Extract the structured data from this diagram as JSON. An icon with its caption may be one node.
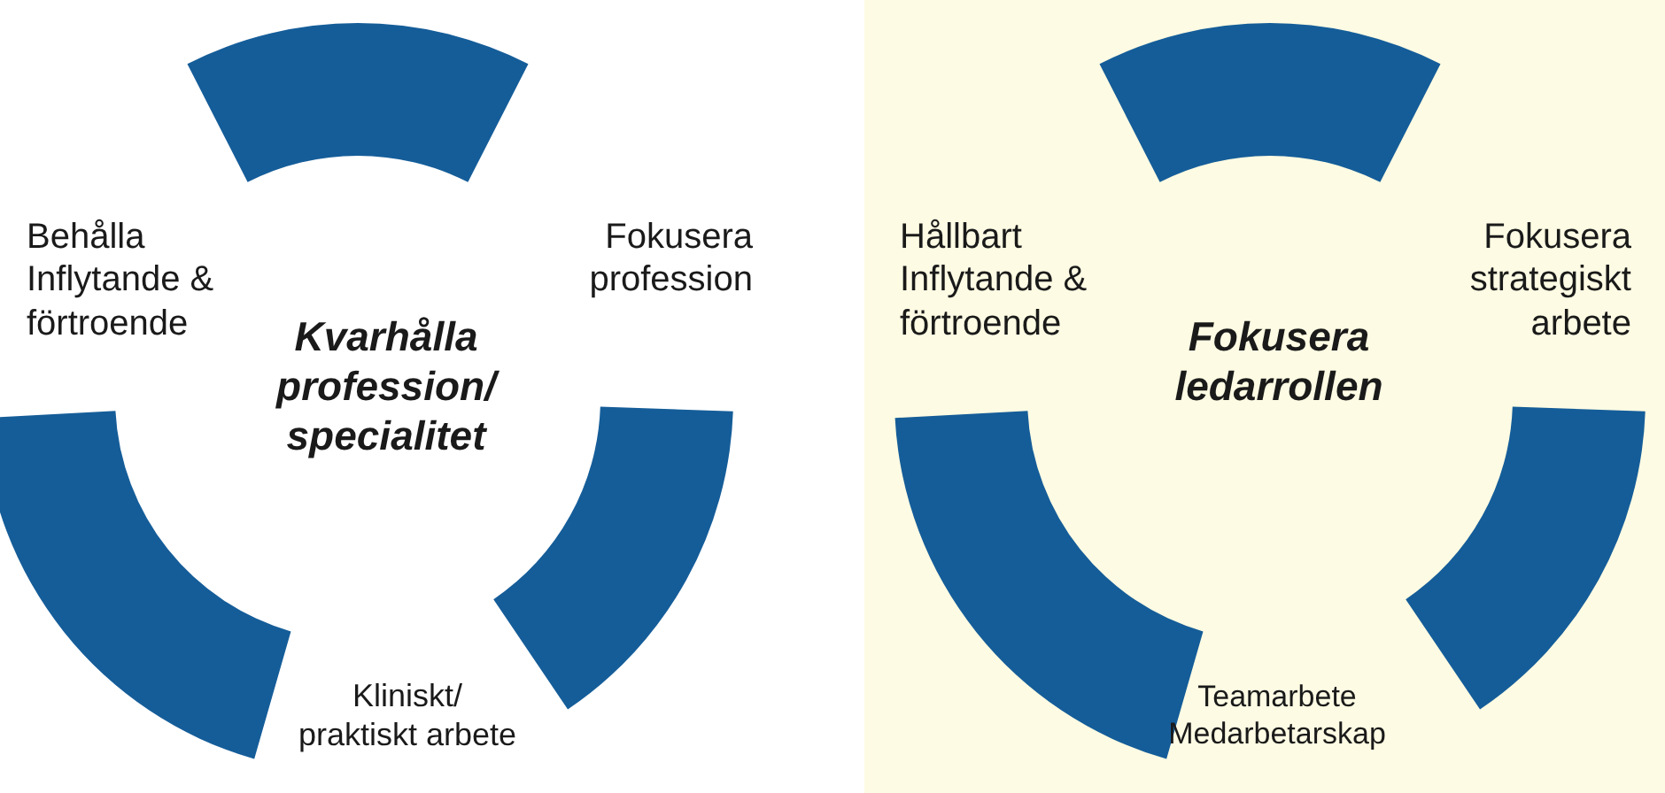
{
  "diagram": {
    "labels": [
      "Behålla Inflytande & förtroende",
      "Kvarhålla profession/ specialitet",
      "Fokusera profession",
      "Kliniskt/ praktiskt arbete",
      "Hållbart Inflytande & förtroende",
      "Fokusera ledarrollen",
      "Fokusera strategiskt arbete",
      "Teamarbete Medarbetarskap"
    ]
  }
}
